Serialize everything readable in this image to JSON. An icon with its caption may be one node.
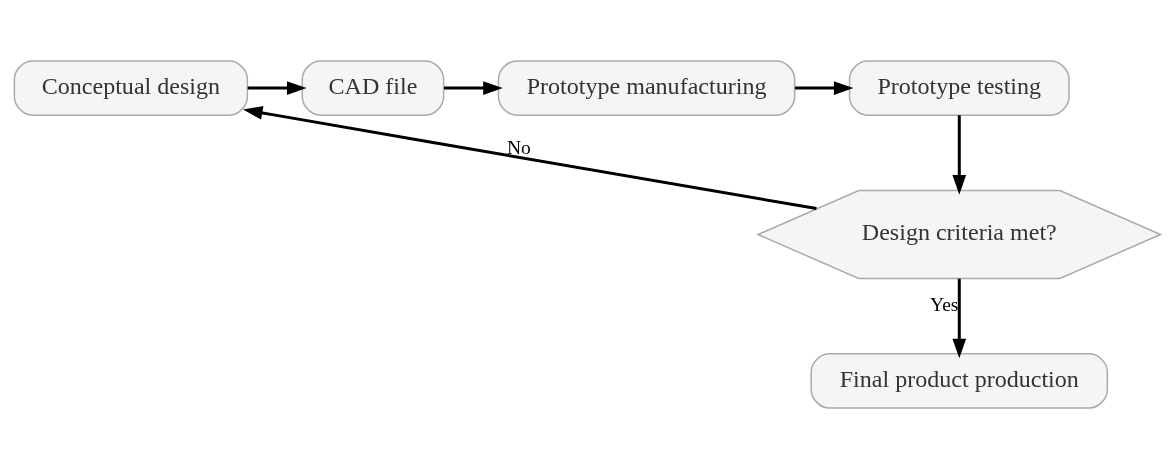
{
  "diagram": {
    "nodes": [
      {
        "text": [
          "Conceptual design"
        ]
      },
      {
        "text": [
          "CAD file"
        ]
      },
      {
        "text": [
          "Prototype manufacturing"
        ]
      },
      {
        "text": [
          "Prototype testing"
        ]
      },
      {
        "text": [
          "Design criteria met?"
        ]
      },
      {
        "text": [
          "Final product production"
        ]
      }
    ],
    "edges": [
      {
        "from": 0,
        "to": 1,
        "arrow": "to"
      },
      {
        "from": 1,
        "to": 2,
        "arrow": "to"
      },
      {
        "from": 2,
        "to": 3,
        "arrow": "to"
      },
      {
        "from": 3,
        "to": 4,
        "arrow": "to"
      },
      {
        "from": 4,
        "to": 0,
        "arrow": "to",
        "label": "No"
      },
      {
        "from": 4,
        "to": 5,
        "arrow": "to",
        "label": "Yes"
      }
    ]
  }
}
